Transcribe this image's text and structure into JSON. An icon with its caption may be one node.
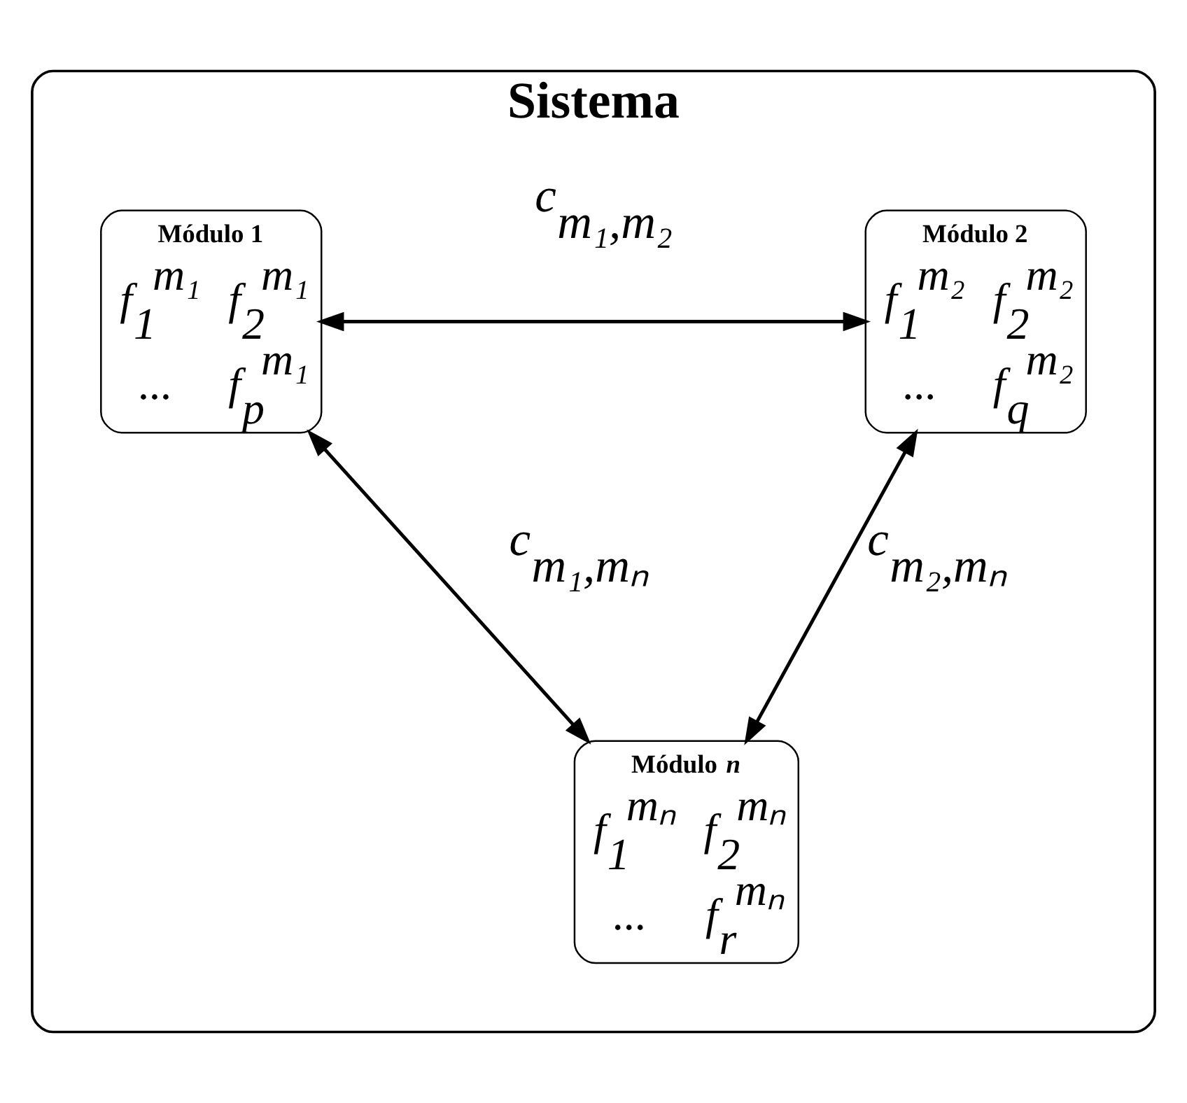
{
  "diagram": {
    "nodes": [
      {
        "text": [
          "Sistema"
        ]
      },
      {
        "text": [
          "Módulo 1",
          "f$_{1}$$^{m₁}$",
          "f$_{2}$$^{m₁}$",
          "...",
          "f$_{p}$$^{m₁}$"
        ],
        "in": 0
      },
      {
        "text": [
          "Módulo 2",
          "f$_{1}$$^{m₂}$",
          "f$_{2}$$^{m₂}$",
          "...",
          "f$_{q}$$^{m₂}$"
        ],
        "in": 0
      },
      {
        "text": [
          "Módulo *n*",
          "f$_{1}$$^{mₙ}$",
          "f$_{2}$$^{mₙ}$",
          "...",
          "f$_{r}$$^{mₙ}$"
        ],
        "in": 0
      }
    ],
    "edges": [
      {
        "from": 1,
        "to": 2,
        "arrow": "both",
        "label": "c$_{m₁,m₂}$"
      },
      {
        "from": 1,
        "to": 3,
        "arrow": "both",
        "label": "c$_{m₁,mₙ}$"
      },
      {
        "from": 2,
        "to": 3,
        "arrow": "both",
        "label": "c$_{m₂,mₙ}$"
      }
    ]
  }
}
